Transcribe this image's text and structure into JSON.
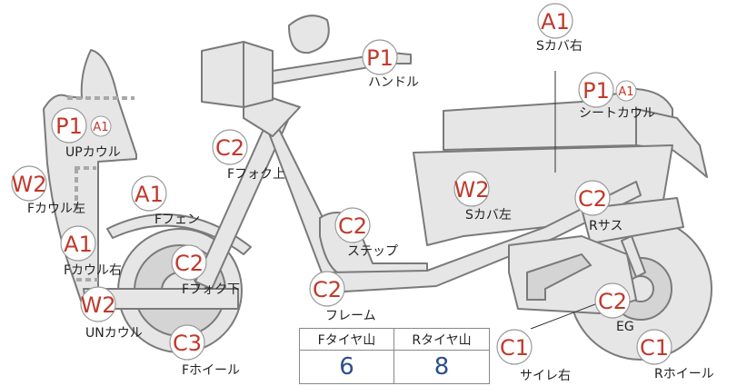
{
  "parts": [
    {
      "id": "handle",
      "code": "P1",
      "label": "ハンドル"
    },
    {
      "id": "s-cover-right",
      "code": "A1",
      "label": "Sカバ右"
    },
    {
      "id": "seat-cowl",
      "code": "P1",
      "sub_code": "A1",
      "label": "シートカウル"
    },
    {
      "id": "up-cowl",
      "code": "P1",
      "sub_code": "A1",
      "label": "UPカウル"
    },
    {
      "id": "f-fork-upper",
      "code": "C2",
      "label": "Fフォク上"
    },
    {
      "id": "f-cowl-left",
      "code": "W2",
      "label": "Fカウル左"
    },
    {
      "id": "f-fender",
      "code": "A1",
      "label": "Fフェン"
    },
    {
      "id": "s-cover-left",
      "code": "W2",
      "label": "Sカバ左"
    },
    {
      "id": "r-suspension",
      "code": "C2",
      "label": "Rサス"
    },
    {
      "id": "step",
      "code": "C2",
      "label": "ステップ"
    },
    {
      "id": "f-cowl-right",
      "code": "A1",
      "label": "Fカウル右"
    },
    {
      "id": "f-fork-lower",
      "code": "C2",
      "label": "Fフォク下"
    },
    {
      "id": "frame",
      "code": "C2",
      "label": "フレーム"
    },
    {
      "id": "un-cowl",
      "code": "W2",
      "label": "UNカウル"
    },
    {
      "id": "engine",
      "code": "C2",
      "label": "EG"
    },
    {
      "id": "f-wheel",
      "code": "C3",
      "label": "Fホイール"
    },
    {
      "id": "muffler-right",
      "code": "C1",
      "label": "サイレ右"
    },
    {
      "id": "r-wheel",
      "code": "C1",
      "label": "Rホイール"
    }
  ],
  "tire_table": {
    "front_header": "Fタイヤ山",
    "rear_header": "Rタイヤ山",
    "front_value": "6",
    "rear_value": "8"
  },
  "colors": {
    "code_red": "#c0392b",
    "value_blue": "#2c4f8c",
    "bike_fill": "#e6e6e6"
  }
}
